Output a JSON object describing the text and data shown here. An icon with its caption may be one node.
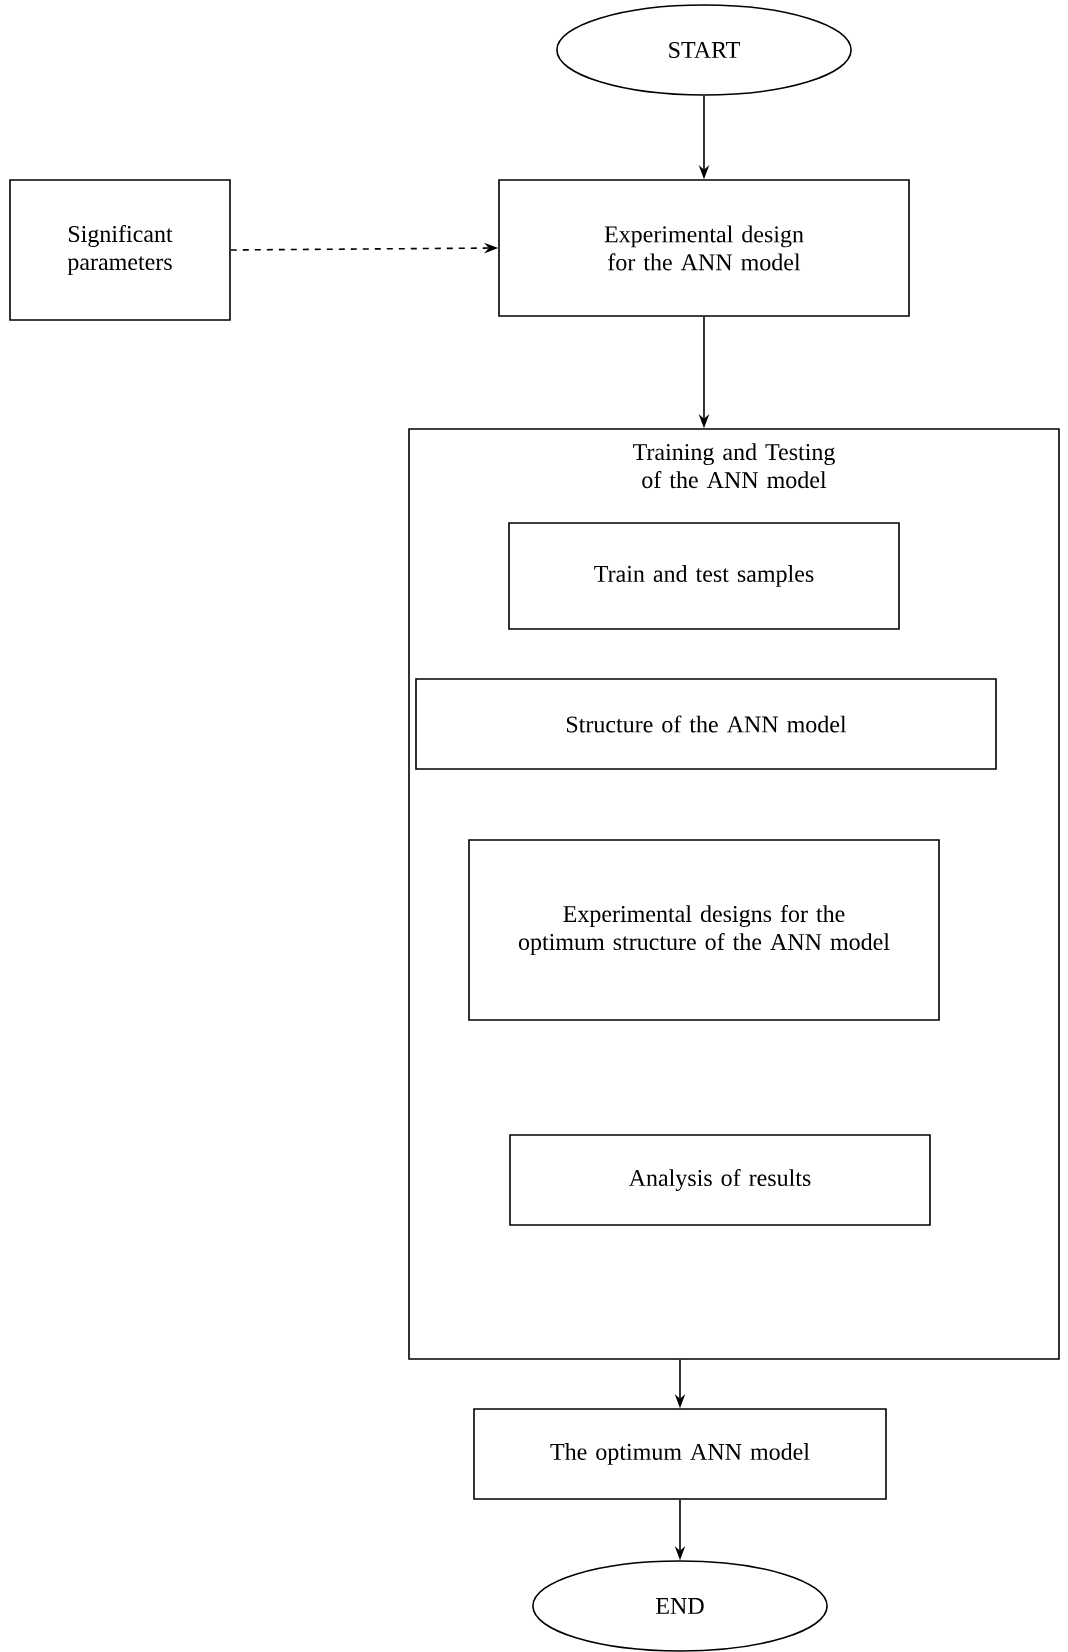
{
  "diagram": {
    "nodes": [
      {
        "text": [
          "START"
        ]
      },
      {
        "text": [
          "Significant parameters"
        ]
      },
      {
        "text": [
          "Experimental design for the ANN model"
        ]
      },
      {
        "text": [
          "Training and Testing of the ANN model"
        ]
      },
      {
        "text": [
          "Train and test samples"
        ],
        "in": 3
      },
      {
        "text": [
          "Structure of the ANN model"
        ],
        "in": 3
      },
      {
        "text": [
          "Experimental designs for the optimum structure of the ANN model"
        ],
        "in": 3
      },
      {
        "text": [
          "Analysis of results"
        ],
        "in": 3
      },
      {
        "text": [
          "The optimum ANN model"
        ]
      },
      {
        "text": [
          "END"
        ]
      }
    ],
    "edges": [
      {
        "from": 0,
        "to": 2,
        "arrow": "to"
      },
      {
        "from": 1,
        "to": 2,
        "arrow": "to",
        "style": "dashed"
      },
      {
        "from": 2,
        "to": 3,
        "arrow": "to"
      },
      {
        "from": 3,
        "to": 8,
        "arrow": "to"
      },
      {
        "from": 8,
        "to": 9,
        "arrow": "to"
      }
    ]
  }
}
